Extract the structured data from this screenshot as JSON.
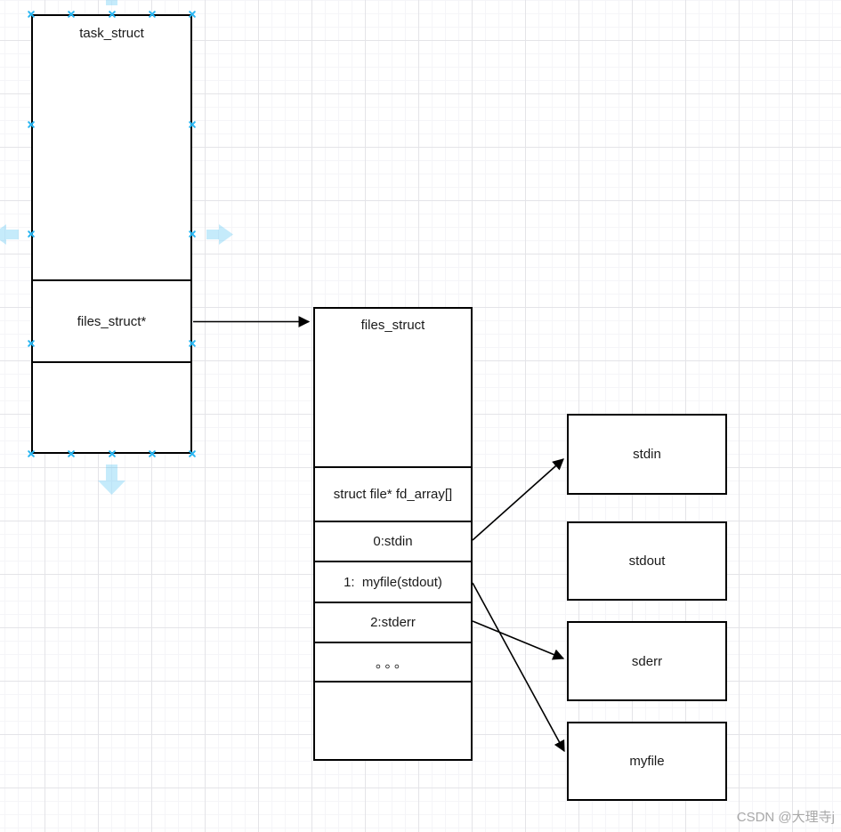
{
  "colors": {
    "stroke": "#000000",
    "text": "#1a1a1a",
    "connection_point": "#29b6f2",
    "hover_arrow": "rgba(41,182,242,0.27)",
    "grid_minor": "#f5f5f8",
    "grid_major": "#e4e4e8",
    "watermark_color": "#a8a8a8"
  },
  "task_struct": {
    "title": "task_struct",
    "pointer_field_label": "files_struct*"
  },
  "files_struct": {
    "title": "files_struct",
    "rows": [
      "struct file* fd_array[]",
      "0:stdin",
      "1:  myfile(stdout)",
      "2:stderr",
      "。。。",
      ""
    ]
  },
  "file_objects": [
    {
      "label": "stdin"
    },
    {
      "label": "stdout"
    },
    {
      "label": "sderr"
    },
    {
      "label": "myfile"
    }
  ],
  "edges": [
    {
      "from": "task_struct.files_struct*",
      "to": "files_struct"
    },
    {
      "from": "files_struct.0:stdin",
      "to": "stdin"
    },
    {
      "from": "files_struct.1:myfile(stdout)",
      "to": "myfile"
    },
    {
      "from": "files_struct.2:stderr",
      "to": "sderr"
    }
  ],
  "watermark": "CSDN @大理寺j"
}
